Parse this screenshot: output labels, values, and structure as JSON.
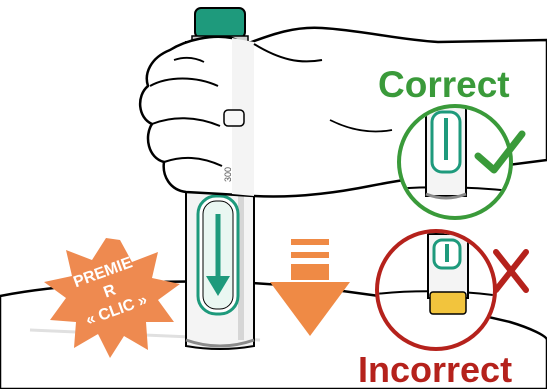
{
  "labels": {
    "correct": "Correct",
    "incorrect": "Incorrect",
    "starburst_line1": "PREMIE",
    "starburst_line2": "R",
    "starburst_line3": "« CLIC »",
    "pen_marking": "300"
  },
  "colors": {
    "correct_green": "#3a9a3a",
    "incorrect_red": "#b5221c",
    "pen_teal": "#1e9a7c",
    "arrow_orange": "#ef8a45",
    "starburst_orange": "#ee8a50",
    "window_yellow": "#f2c43d"
  },
  "icons": [
    "check-mark-icon",
    "cross-mark-icon",
    "down-arrow-icon",
    "starburst-icon"
  ]
}
